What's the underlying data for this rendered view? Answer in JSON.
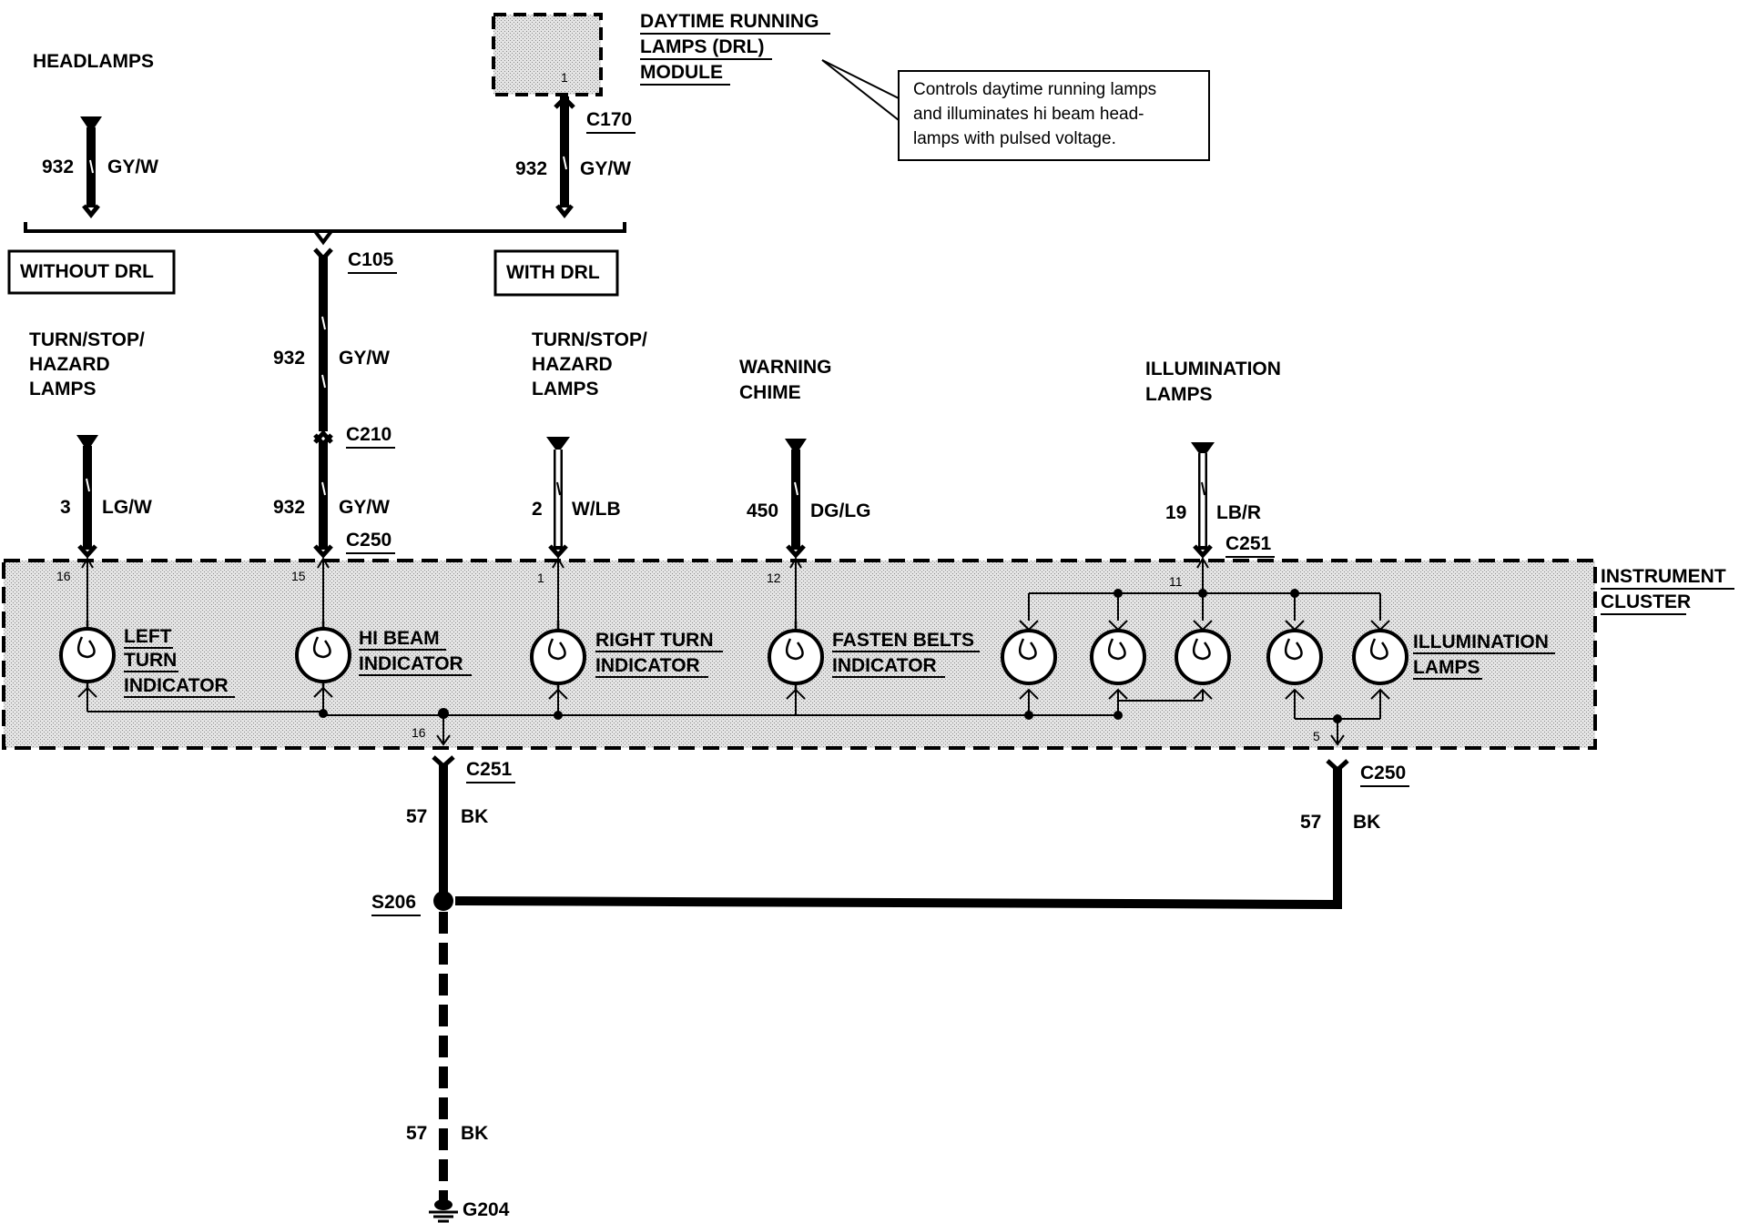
{
  "labels": {
    "headlamps": "HEADLAMPS",
    "drl_module": [
      "DAYTIME RUNNING",
      "LAMPS (DRL)",
      "MODULE"
    ],
    "note": [
      "Controls daytime running lamps",
      "and illuminates hi beam head-",
      "lamps with pulsed voltage."
    ],
    "without_drl": "WITHOUT DRL",
    "with_drl": "WITH DRL",
    "turn_stop_hazard": [
      "TURN/STOP/",
      "HAZARD",
      "LAMPS"
    ],
    "warning_chime": [
      "WARNING",
      "CHIME"
    ],
    "illumination_lamps_src": [
      "ILLUMINATION",
      "LAMPS"
    ],
    "instrument_cluster": [
      "INSTRUMENT",
      "CLUSTER"
    ],
    "left_turn": [
      "LEFT",
      "TURN",
      "INDICATOR"
    ],
    "hi_beam": [
      "HI BEAM",
      "INDICATOR"
    ],
    "right_turn": [
      "RIGHT TURN",
      "INDICATOR"
    ],
    "fasten_belts": [
      "FASTEN BELTS",
      "INDICATOR"
    ],
    "illumination": [
      "ILLUMINATION",
      "LAMPS"
    ]
  },
  "connectors": {
    "c170": "C170",
    "c105": "C105",
    "c210": "C210",
    "c250_top": "C250",
    "c251_top": "C251",
    "c251_bottom": "C251",
    "c250_bottom": "C250",
    "s206": "S206",
    "g204": "G204"
  },
  "wires": {
    "headlamp_circuit": "932",
    "headlamp_color": "GY/W",
    "drl_circuit": "932",
    "drl_color": "GY/W",
    "c105_circuit": "932",
    "c105_color": "GY/W",
    "c210_circuit": "932",
    "c210_color": "GY/W",
    "left_circuit": "3",
    "left_color": "LG/W",
    "right_circuit": "2",
    "right_color": "W/LB",
    "chime_circuit": "450",
    "chime_color": "DG/LG",
    "illum_circuit": "19",
    "illum_color": "LB/R",
    "gnd1_circuit": "57",
    "gnd1_color": "BK",
    "gnd2_circuit": "57",
    "gnd2_color": "BK",
    "gnd3_circuit": "57",
    "gnd3_color": "BK"
  },
  "pins": {
    "left": "16",
    "hibeam": "15",
    "right": "1",
    "chime": "12",
    "illum": "11",
    "gnd": "16",
    "illum_gnd": "5",
    "module": "1"
  }
}
